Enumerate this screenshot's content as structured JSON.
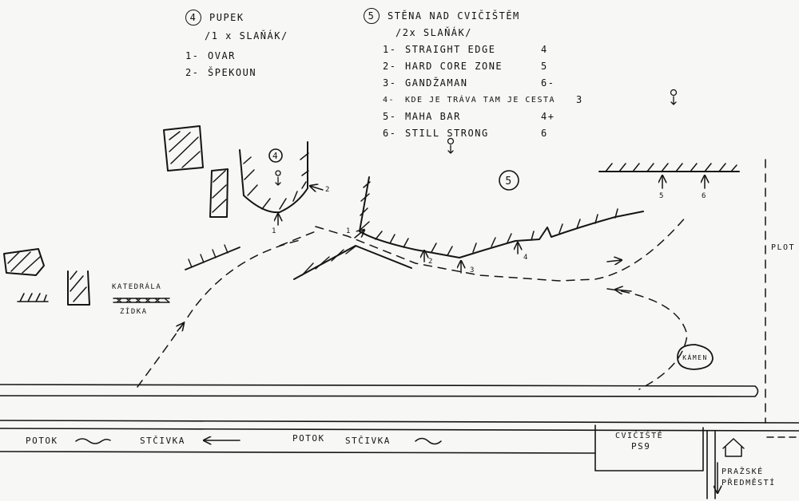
{
  "sector4": {
    "num": "4",
    "title": "PUPEK",
    "subtitle": "/1 x SLAŇÁK/",
    "routes": [
      {
        "num": "1-",
        "name": "OVAR"
      },
      {
        "num": "2-",
        "name": "ŠPEKOUN"
      }
    ]
  },
  "sector5": {
    "num": "5",
    "title": "STĚNA NAD CVIČIŠTĚM",
    "subtitle": "/2x SLAŇÁK/",
    "routes": [
      {
        "num": "1-",
        "name": "STRAIGHT EDGE",
        "grade": "4"
      },
      {
        "num": "2-",
        "name": "HARD CORE ZONE",
        "grade": "5"
      },
      {
        "num": "3-",
        "name": "GANDŽAMAN",
        "grade": "6-"
      },
      {
        "num": "4-",
        "name": "KDE JE TRÁVA TAM JE CESTA",
        "grade": "3"
      },
      {
        "num": "5-",
        "name": "MAHA BAR",
        "grade": "4+"
      },
      {
        "num": "6-",
        "name": "STILL STRONG",
        "grade": "6"
      }
    ]
  },
  "map_labels": {
    "sector4_marker": "4",
    "sector5_marker": "5",
    "r4_1": "1",
    "r4_2": "2",
    "r5_1": "1",
    "r5_2": "2",
    "r5_3": "3",
    "r5_4": "4",
    "r5_5": "5",
    "r5_6": "6",
    "katedrala": "KATEDRÁLA",
    "zidka": "ZÍDKA",
    "kamen": "KÁMEN",
    "plot": "PLOT",
    "potok_left": "POTOK",
    "stcivka_left": "STČIVKA",
    "potok_mid": "POTOK",
    "stcivka_mid": "STČIVKA",
    "cviciste": "CVIČIŠTĚ",
    "ps9": "PS9",
    "prazske": "PRAŽSKÉ",
    "predmesti": "PŘEDMĚSTÍ"
  },
  "colors": {
    "ink": "#151515",
    "paper": "#f7f7f5"
  },
  "icons": [
    "bolt-anchor-icon",
    "flow-arrow-icon",
    "house-icon"
  ]
}
